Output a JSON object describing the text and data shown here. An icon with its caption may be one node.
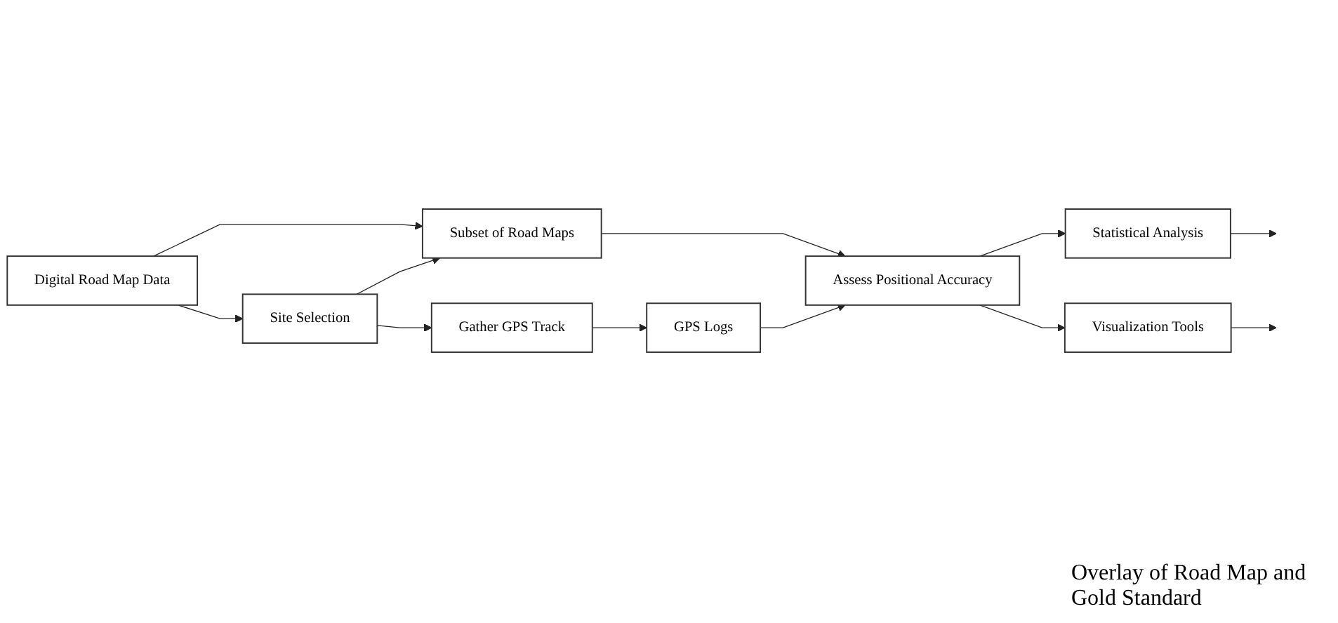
{
  "diagram": {
    "nodes": [
      {
        "text": [
          "Digital Road Map Data"
        ]
      },
      {
        "text": [
          "Site Selection"
        ]
      },
      {
        "text": [
          "Subset of Road Maps"
        ]
      },
      {
        "text": [
          "Gather GPS Track"
        ]
      },
      {
        "text": [
          "GPS Logs"
        ]
      },
      {
        "text": [
          "Assess Positional Accuracy"
        ]
      },
      {
        "text": [
          "Statistical Analysis"
        ]
      },
      {
        "text": [
          "Visualization Tools"
        ]
      }
    ],
    "edges": [
      {
        "from": 0,
        "to": 1,
        "arrow": "to"
      },
      {
        "from": 0,
        "to": 2,
        "arrow": "to"
      },
      {
        "from": 1,
        "to": 2,
        "arrow": "to"
      },
      {
        "from": 1,
        "to": 3,
        "arrow": "to"
      },
      {
        "from": 3,
        "to": 4,
        "arrow": "to"
      },
      {
        "from": 2,
        "to": 5,
        "arrow": "to"
      },
      {
        "from": 4,
        "to": 5,
        "arrow": "to"
      },
      {
        "from": 5,
        "to": 6,
        "arrow": "to"
      },
      {
        "from": 5,
        "to": 7,
        "arrow": "to"
      },
      {
        "from": 6,
        "to": null,
        "arrow": "to"
      },
      {
        "from": 7,
        "to": null,
        "arrow": "to"
      }
    ],
    "labels": [
      "Overlay of Road Map and Gold Standard"
    ]
  }
}
